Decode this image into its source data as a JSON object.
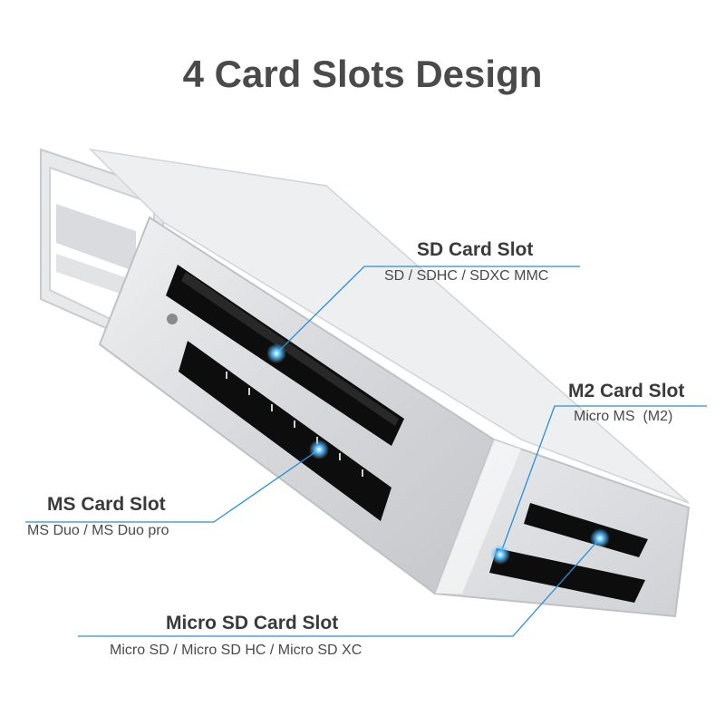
{
  "title": "4 Card Slots Design",
  "slots": [
    {
      "name": "SD Card Slot",
      "formats": "SD / SDHC / SDXC MMC"
    },
    {
      "name": "M2 Card Slot",
      "formats": "Micro MS  (M2)"
    },
    {
      "name": "MS Card Slot",
      "formats": "MS Duo / MS Duo pro"
    },
    {
      "name": "Micro SD Card Slot",
      "formats": "Micro SD / Micro SD HC / Micro SD XC"
    }
  ],
  "colors": {
    "leader_line": "#2a8fd6",
    "glow": "#5bc0ff",
    "body_silver": "#d9dbde",
    "slot_black": "#111111",
    "title_text": "#4a4a4a"
  }
}
